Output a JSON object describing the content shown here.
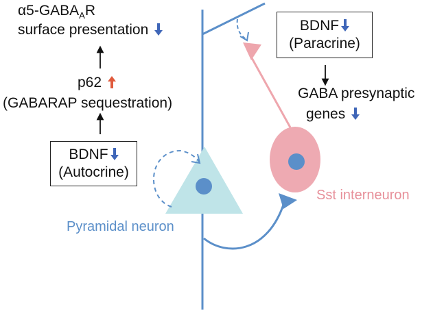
{
  "colors": {
    "axon": "#5b8fc9",
    "pyramidal_fill": "#bfe4e8",
    "nucleus": "#5b8fc9",
    "sst_fill": "#eeaab2",
    "sst_axon": "#eea6ad",
    "down_arrow": "#3f66b8",
    "up_arrow": "#e05a3c"
  },
  "left_pathway": {
    "receptor_prefix": "α5-GABA",
    "receptor_sub": "A",
    "receptor_suffix": "R",
    "surface_line": "surface presentation",
    "p62_label": "p62",
    "sequestration": "(GABARAP sequestration)",
    "autocrine_box": {
      "line1": "BDNF",
      "line2": "(Autocrine)"
    }
  },
  "right_pathway": {
    "paracrine_box": {
      "line1": "BDNF",
      "line2": "(Paracrine)"
    },
    "genes_line1": "GABA presynaptic",
    "genes_line2": "genes"
  },
  "labels": {
    "pyramidal": "Pyramidal neuron",
    "sst": "Sst interneuron"
  },
  "icons": {
    "down": "down-arrow-icon",
    "up": "up-arrow-icon",
    "flow": "black-arrow-icon"
  }
}
